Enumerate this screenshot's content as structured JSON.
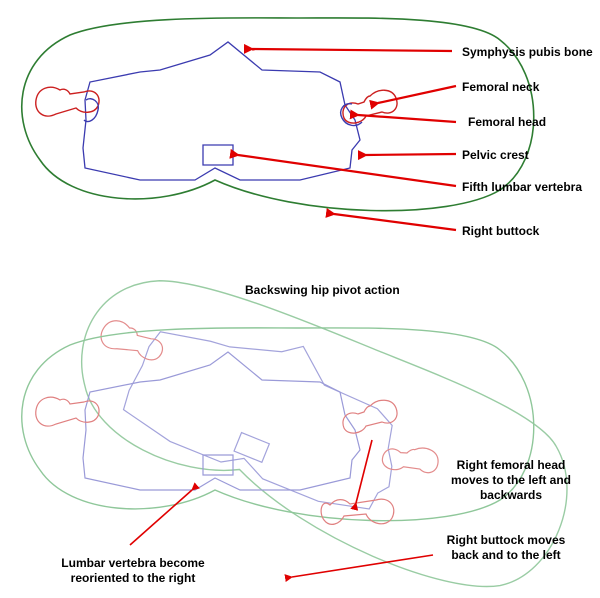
{
  "labels": {
    "symphysis": "Symphysis pubis bone",
    "femoral_neck": "Femoral neck",
    "femoral_head": "Femoral head",
    "pelvic_crest": "Pelvic crest",
    "fifth_lumbar": "Fifth lumbar vertebra",
    "right_buttock": "Right buttock",
    "caption": "Backswing hip pivot action",
    "right_femoral_head_moves": "Right femoral head moves to the left and backwards",
    "right_buttock_moves": "Right buttock moves back and to the left",
    "lumbar_reoriented": "Lumbar vertebra become reoriented to the right"
  },
  "colors": {
    "outline_green": "#2e7d32",
    "outline_green_faint": "#8fc79a",
    "pelvis_blue": "#3b3bb0",
    "pelvis_blue_faint": "#9a9ad8",
    "femur_red": "#cc2020",
    "femur_red_faint": "#e08080",
    "arrow_red": "#e00000"
  }
}
